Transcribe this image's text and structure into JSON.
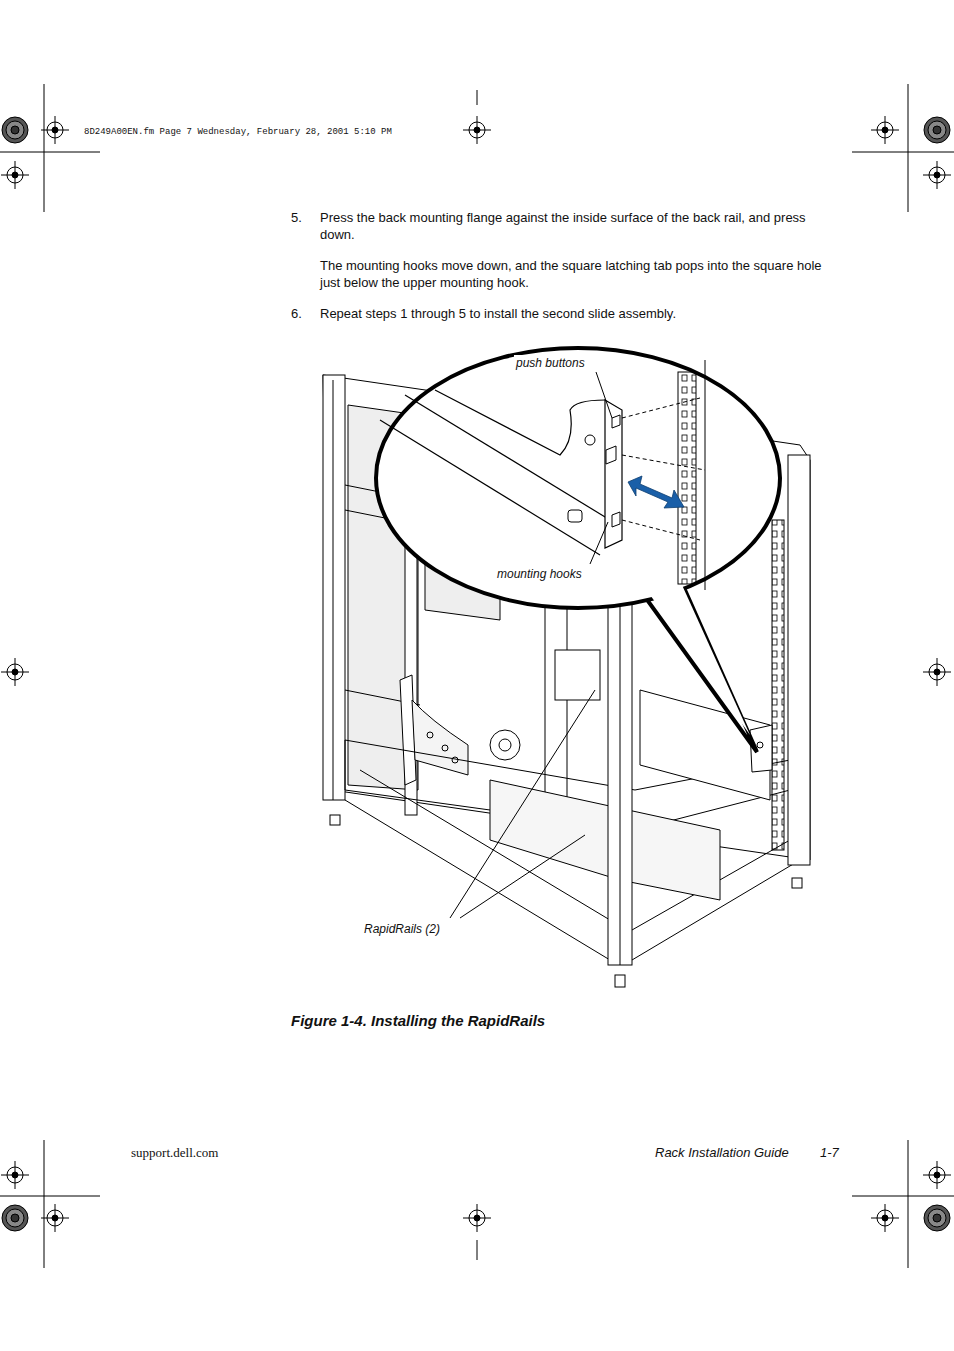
{
  "diagram": {
    "caption": "Figure 1-4. Installing the RapidRails",
    "labels": [
      "8D249A00EN.fm Page 7 Wednesday, February 28, 2001 5:10 PM",
      "5.",
      "Press the back mounting flange against the inside surface of the back rail, and press down.",
      "The mounting hooks move down, and the square latching tab pops into the square hole just below the upper mounting hook.",
      "6.",
      "Repeat steps 1 through 5 to install the second slide assembly.",
      "push buttons",
      "mounting hooks",
      "RapidRails (2)",
      "support.dell.com",
      "Rack Installation Guide",
      "1-7"
    ]
  }
}
